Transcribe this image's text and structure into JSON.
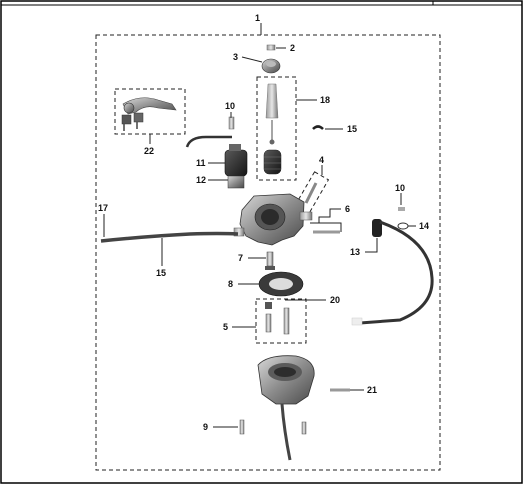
{
  "diagram": {
    "callouts": {
      "c1": "1",
      "c2": "2",
      "c3": "3",
      "c4": "4",
      "c5": "5",
      "c6": "6",
      "c7": "7",
      "c8": "8",
      "c9": "9",
      "c10a": "10",
      "c10b": "10",
      "c11": "11",
      "c12": "12",
      "c13": "13",
      "c14": "14",
      "c15a": "15",
      "c15b": "15",
      "c17": "17",
      "c18": "18",
      "c20": "20",
      "c21": "21",
      "c22": "22"
    }
  }
}
